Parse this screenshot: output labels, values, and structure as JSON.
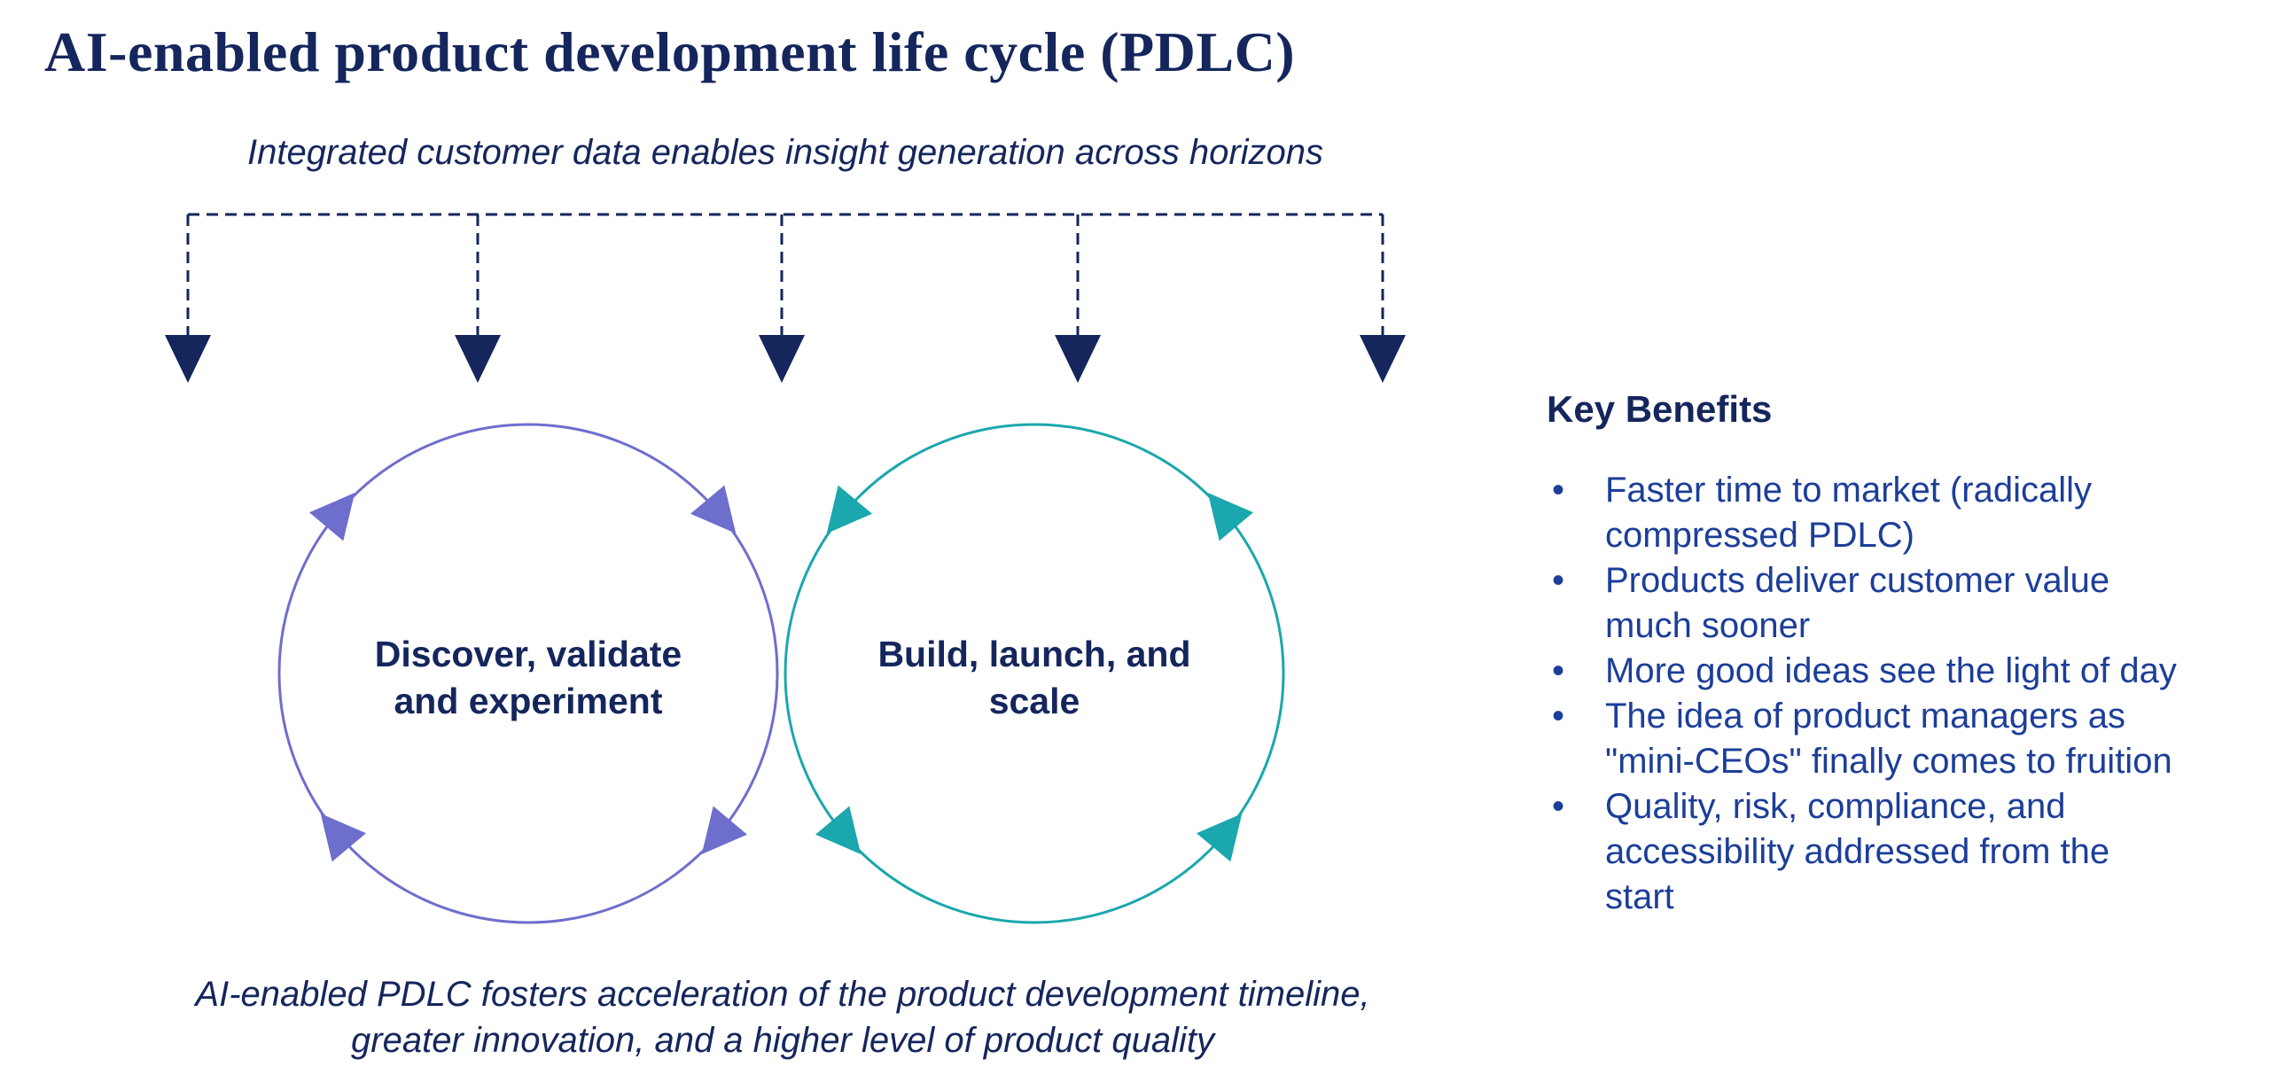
{
  "title": "AI-enabled product development life cycle (PDLC)",
  "subtitle": "Integrated customer data enables insight generation across horizons",
  "cycles": [
    {
      "label": "Discover, validate\nand experiment",
      "color": "#6e6ecd"
    },
    {
      "label": "Build, launch, and\nscale",
      "color": "#1aa7ad"
    }
  ],
  "benefits": {
    "heading": "Key Benefits",
    "items": [
      "Faster time to market (radically\ncompressed PDLC)",
      "Products deliver customer value\nmuch sooner",
      "More good ideas see the light of day",
      "The idea of product managers as\n\"mini-CEOs\" finally comes to fruition",
      "Quality, risk, compliance, and\naccessibility addressed from the\nstart"
    ]
  },
  "caption": "AI-enabled PDLC fosters acceleration of the product development timeline,\ngreater innovation, and a higher level of product quality",
  "colors": {
    "navy": "#14265c",
    "body-blue": "#1c3e99",
    "cycle1": "#6e6ecd",
    "cycle2": "#1aa7ad"
  }
}
